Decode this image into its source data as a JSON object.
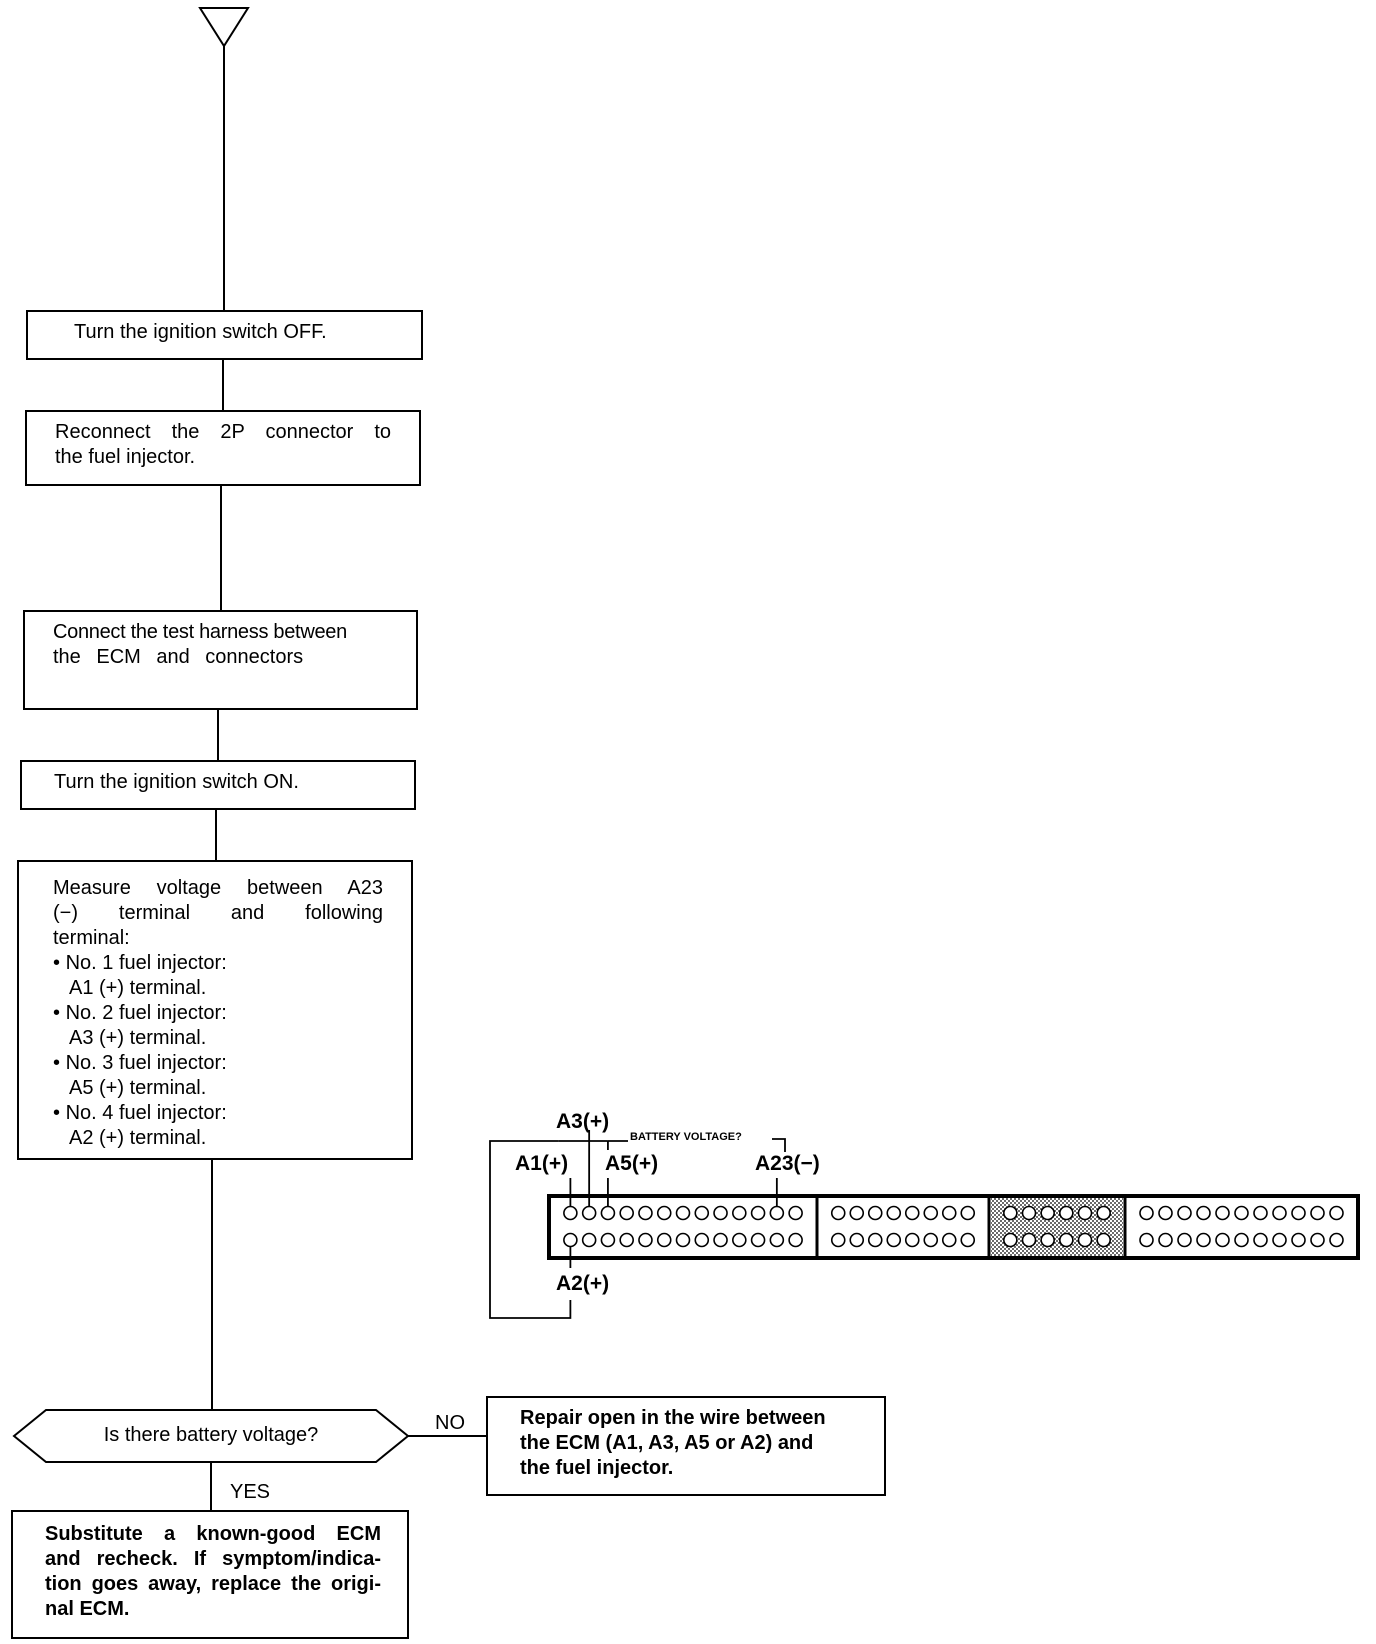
{
  "flow": {
    "step_off": "Turn the ignition switch OFF.",
    "step_reconnect": [
      "Reconnect the 2P connector to",
      "the fuel injector."
    ],
    "step_harness": [
      "Connect the test harness between",
      "the ECM and connectors"
    ],
    "step_on": "Turn the ignition switch ON.",
    "measure": {
      "intro": [
        "Measure voltage between A23",
        "(−) terminal and following",
        "terminal:"
      ],
      "items": [
        {
          "injector": "No. 1 fuel injector:",
          "terminal": "A1 (+) terminal."
        },
        {
          "injector": "No. 2 fuel injector:",
          "terminal": "A3 (+) terminal."
        },
        {
          "injector": "No. 3 fuel injector:",
          "terminal": "A5 (+) terminal."
        },
        {
          "injector": "No. 4 fuel injector:",
          "terminal": "A2 (+) terminal."
        }
      ],
      "bullet": "•"
    },
    "decision": "Is there battery voltage?",
    "no_label": "NO",
    "yes_label": "YES",
    "repair": [
      "Repair open in the wire between",
      "the ECM (A1, A3, A5 or A2) and",
      "the fuel injector."
    ],
    "substitute": [
      "Substitute a known-good ECM",
      "and recheck. If symptom/indica-",
      "tion goes away, replace the origi-",
      "nal ECM."
    ]
  },
  "connector": {
    "a3": "A3(+)",
    "a1": "A1(+)",
    "a5": "A5(+)",
    "a23": "A23(−)",
    "a2": "A2(+)",
    "battery": "BATTERY VOLTAGE?",
    "section_pins": [
      13,
      8,
      6,
      11
    ]
  }
}
